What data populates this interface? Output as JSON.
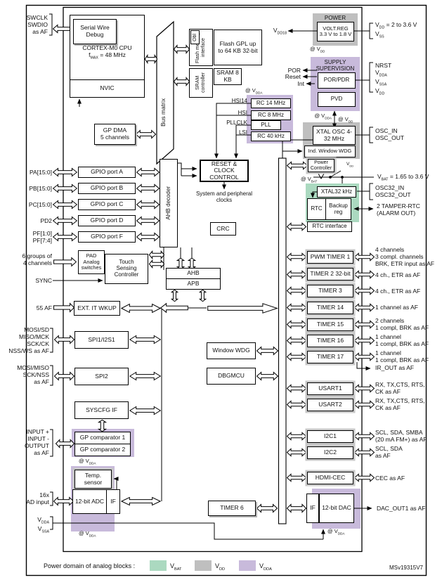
{
  "page": {
    "ref": "MSv19315V7"
  },
  "colors": {
    "vbat": "#abd9c0",
    "vdd": "#bfbfbf",
    "vdda": "#c8badb"
  },
  "legend": {
    "title": "Power domain of analog blocks :",
    "vbat": "V_{BAT}",
    "vdd": "V_{DD}",
    "vdda": "V_{DDA}"
  },
  "left": {
    "swd": [
      "SWCLK",
      "SWDIO",
      "as AF"
    ],
    "gpioa": "PA[15:0]",
    "gpiob": "PB[15:0]",
    "gpioc": "PC[15:0]",
    "gpiod": "PD2",
    "gpiof": [
      "PF[1:0]",
      "PF[7:4]"
    ],
    "touch": [
      "6 groups of",
      "4 channels"
    ],
    "sync": "SYNC",
    "wkup": "55 AF",
    "spi1": [
      "MOSI/SD",
      "MISO/MCK",
      "SCK/CK",
      "NSS/WS as AF"
    ],
    "spi2": [
      "MOSI/MISO",
      "SCK/NSS",
      "as AF"
    ],
    "comp": [
      "INPUT +",
      "INPUT -",
      "OUTPUT",
      "as AF"
    ],
    "adc": [
      "16x",
      "AD input"
    ],
    "vdda": "V_{DDA}",
    "vssa": "V_{SSA}"
  },
  "right": {
    "vdd18": "V_{DD18}",
    "vddrange": "V_{DD} = 2 to 3.6 V",
    "vss": "V_{SS}",
    "por": "POR",
    "reset": "Reset",
    "int": "Int",
    "nrst": "NRST",
    "vdda": "V_{DDA}",
    "vssa": "V_{SSA}",
    "vdd": "V_{DD}",
    "oscin": "OSC_IN",
    "oscout": "OSC_OUT",
    "vbatrange": "V_{BAT} = 1.65 to 3.6 V",
    "osc32in": "OSC32_IN",
    "osc32out": "OSC32_OUT",
    "tamper": [
      "2 TAMPER-RTC",
      "(ALARM OUT)"
    ],
    "tim1": [
      "4 channels",
      "3 compl. channels",
      "BRK, ETR input as AF"
    ],
    "tim2": "4 ch., ETR as AF",
    "tim3": "4 ch., ETR as AF",
    "tim14": "1 channel as AF",
    "tim15": [
      "2 channels",
      "1 compl, BRK as AF"
    ],
    "tim16": [
      "1 channel",
      "1 compl, BRK as AF"
    ],
    "tim17": [
      "1 channel",
      "1 compl, BRK as AF"
    ],
    "irout": "IR_OUT as AF",
    "usart1": [
      "RX, TX,CTS, RTS,",
      "CK as AF"
    ],
    "usart2": [
      "RX, TX,CTS, RTS,",
      "CK as AF"
    ],
    "i2c1": [
      "SCL, SDA, SMBA",
      "(20 mA FM+) as AF"
    ],
    "i2c2": [
      "SCL, SDA",
      "as AF"
    ],
    "cec": "CEC as AF",
    "dac": "DAC_OUT1 as AF"
  },
  "blocks": {
    "swd": "Serial Wire Debug",
    "cpu": "CORTEX-M0 CPU",
    "cpu_freq": "f_{MAX} = 48 MHz",
    "nvic": "NVIC",
    "dma1": "GP DMA",
    "dma2": "5 channels",
    "busmatrix": "Bus matrix",
    "obl": "Obl",
    "flash_if": "Flash memory interface",
    "flash": "Flash GPL up to 64 KB 32-bit",
    "sram_ctrl": "SRAM controller",
    "sram": "SRAM 8 KB",
    "at_vdda": "@ V_{DDA}",
    "at_vdd": "@ V_{DD}",
    "at_vbat": "@ V_{BAT}",
    "hsi14": "HSI14",
    "hsi": "HSI",
    "pllclk": "PLLCLK",
    "lsi": "LSI",
    "rc14": "RC 14 MHz",
    "rc8": "RC 8 MHz",
    "pll": "PLL",
    "rc40": "RC 40 kHz",
    "rcc": "RESET & CLOCK CONTROL",
    "sysclocks": "System and peripheral clocks",
    "power": "POWER",
    "voltreg1": "VOLT.REG",
    "voltreg2": "3.3 V to 1.8 V",
    "supply1": "SUPPLY",
    "supply2": "SUPERVISION",
    "porpdr": "POR/PDR",
    "pvd": "PVD",
    "xtal": "XTAL OSC 4-32 MHz",
    "indwdg": "Ind. Window WDG",
    "pwrctrl1": "Power",
    "pwrctrl2": "Controller",
    "vdd_small": "V_{DD}",
    "xtal32": "XTAL32 kHz",
    "rtc": "RTC",
    "backup1": "Backup",
    "backup2": "reg",
    "rtcif": "RTC interface",
    "gpioa": "GPIO port A",
    "gpiob": "GPIO port B",
    "gpioc": "GPIO port C",
    "gpiod": "GPIO port D",
    "gpiof": "GPIO port F",
    "ahbdec": "AHB decoder",
    "crc": "CRC",
    "pad": "PAD Analog switches",
    "tsc": "Touch Sensing Controller",
    "ahb": "AHB",
    "apb": "APB",
    "exti": "EXT. IT  WKUP",
    "spi1": "SPI1/I2S1",
    "spi2": "SPI2",
    "syscfg": "SYSCFG IF",
    "comp1": "GP comparator 1",
    "comp2": "GP comparator 2",
    "temp": "Temp. sensor",
    "adc": "12-bit ADC",
    "adcif": "IF",
    "wwdg": "Window WDG",
    "dbg": "DBGMCU",
    "tim6": "TIMER 6",
    "tim1": "PWM TIMER 1",
    "tim2": "TIMER 2 32-bit",
    "tim3": "TIMER 3",
    "tim14": "TIMER 14",
    "tim15": "TIMER 15",
    "tim16": "TIMER 16",
    "tim17": "TIMER 17",
    "usart1": "USART1",
    "usart2": "USART2",
    "i2c1": "I2C1",
    "i2c2": "I2C2",
    "cec": "HDMI-CEC",
    "dacif": "IF",
    "dac": "12-bit  DAC"
  }
}
